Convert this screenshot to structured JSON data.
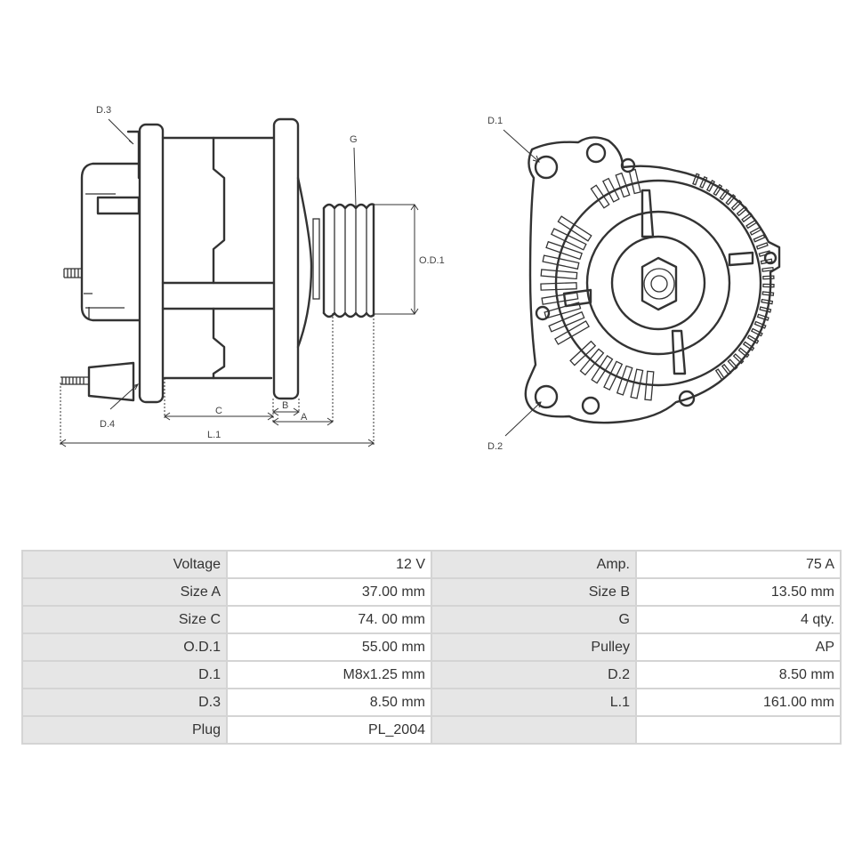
{
  "diagram": {
    "labels": {
      "d3_side": "D.3",
      "d4_side": "D.4",
      "g": "G",
      "od1": "O.D.1",
      "c": "C",
      "b": "B",
      "a": "A",
      "l1": "L.1",
      "d1_front": "D.1",
      "d2_front": "D.2"
    }
  },
  "specs": {
    "rows": [
      {
        "label1": "Voltage",
        "value1": "12 V",
        "label2": "Amp.",
        "value2": "75 A"
      },
      {
        "label1": "Size A",
        "value1": "37.00 mm",
        "label2": "Size B",
        "value2": "13.50 mm"
      },
      {
        "label1": "Size C",
        "value1": "74. 00 mm",
        "label2": "G",
        "value2": "4 qty."
      },
      {
        "label1": "O.D.1",
        "value1": "55.00 mm",
        "label2": "Pulley",
        "value2": "AP"
      },
      {
        "label1": "D.1",
        "value1": "M8x1.25 mm",
        "label2": "D.2",
        "value2": "8.50 mm"
      },
      {
        "label1": "D.3",
        "value1": "8.50 mm",
        "label2": "L.1",
        "value2": "161.00 mm"
      },
      {
        "label1": "Plug",
        "value1": "PL_2004",
        "label2": "",
        "value2": ""
      }
    ]
  }
}
